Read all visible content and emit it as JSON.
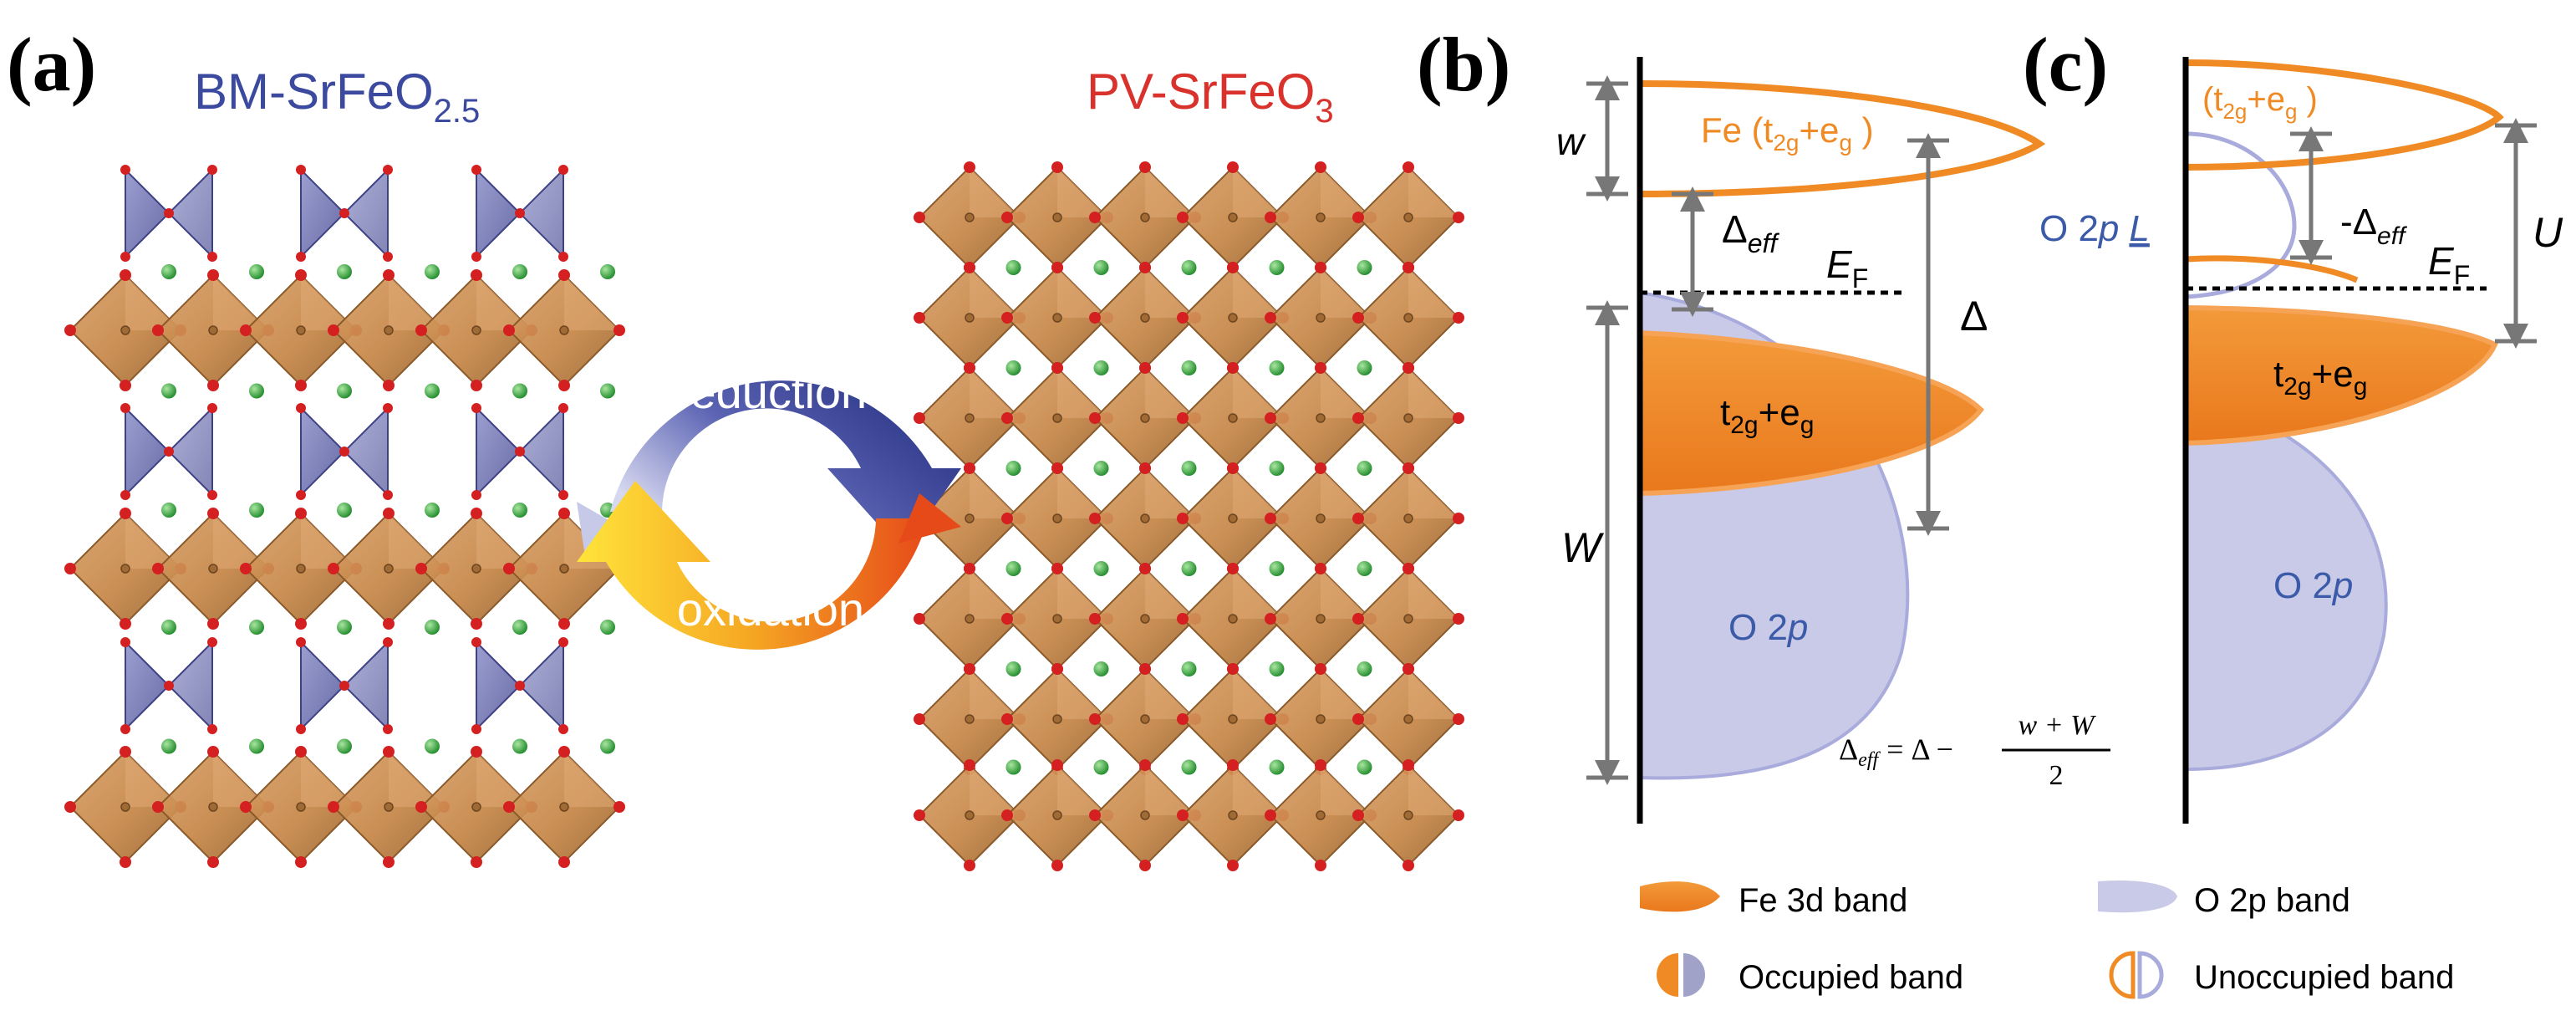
{
  "panels": {
    "a": {
      "label": "(a)",
      "bm_prefix": "BM-SrFeO",
      "bm_sub": "2.5",
      "pv_prefix": "PV-SrFeO",
      "pv_sub": "3",
      "reduction": "reduction",
      "oxidation": "oxidation"
    },
    "b": {
      "label": "(b)",
      "w_small": "w",
      "fe_band": "Fe (t",
      "fe_band_sub1": "2g",
      "fe_band_mid": "+e",
      "fe_band_sub2": "g",
      "fe_band_end": " )",
      "delta_eff": "Δ",
      "delta_eff_sub": "eff",
      "ef": "E",
      "ef_sub": "F",
      "delta": "Δ",
      "t2g": "t",
      "t2g_sub1": "2g",
      "t2g_mid": "+e",
      "t2g_sub2": "g",
      "w_big": "W",
      "o2p": "O 2",
      "o2p_p": "p",
      "formula_lhs": "Δ",
      "formula_lhs_sub": "eff",
      "formula_eq": "= Δ −",
      "formula_num": "w + W",
      "formula_den": "2"
    },
    "c": {
      "label": "(c)",
      "band_top": "(t",
      "band_top_sub1": "2g",
      "band_top_mid": "+e",
      "band_top_sub2": "g",
      "band_top_end": " )",
      "o2pl": "O 2",
      "o2pl_p": "p",
      "o2pl_l": "L",
      "neg_delta_eff": "-Δ",
      "neg_delta_eff_sub": "eff",
      "ef": "E",
      "ef_sub": "F",
      "u": "U",
      "t2g": "t",
      "t2g_sub1": "2g",
      "t2g_mid": "+e",
      "t2g_sub2": "g",
      "o2p": "O 2",
      "o2p_p": "p"
    }
  },
  "legend": {
    "fe3d": "Fe 3d band",
    "o2p": "O 2p band",
    "occupied": "Occupied band",
    "unoccupied": "Unoccupied band"
  },
  "colors": {
    "bm_title": "#3b4a9e",
    "pv_title": "#d9312b",
    "fe_orange": "#f08a24",
    "fe_orange_light": "#f6a356",
    "o2p_fill": "#c9cae8",
    "o2p_stroke": "#a9abdc",
    "blue_text": "#3b5aa8",
    "arrow_gray": "#777777",
    "octa_brown": "#c98a4e",
    "octa_dark": "#8a5a2b",
    "tetra_purple": "#6e72b0",
    "sr_green": "#3aa83a",
    "o_red": "#d42020"
  }
}
